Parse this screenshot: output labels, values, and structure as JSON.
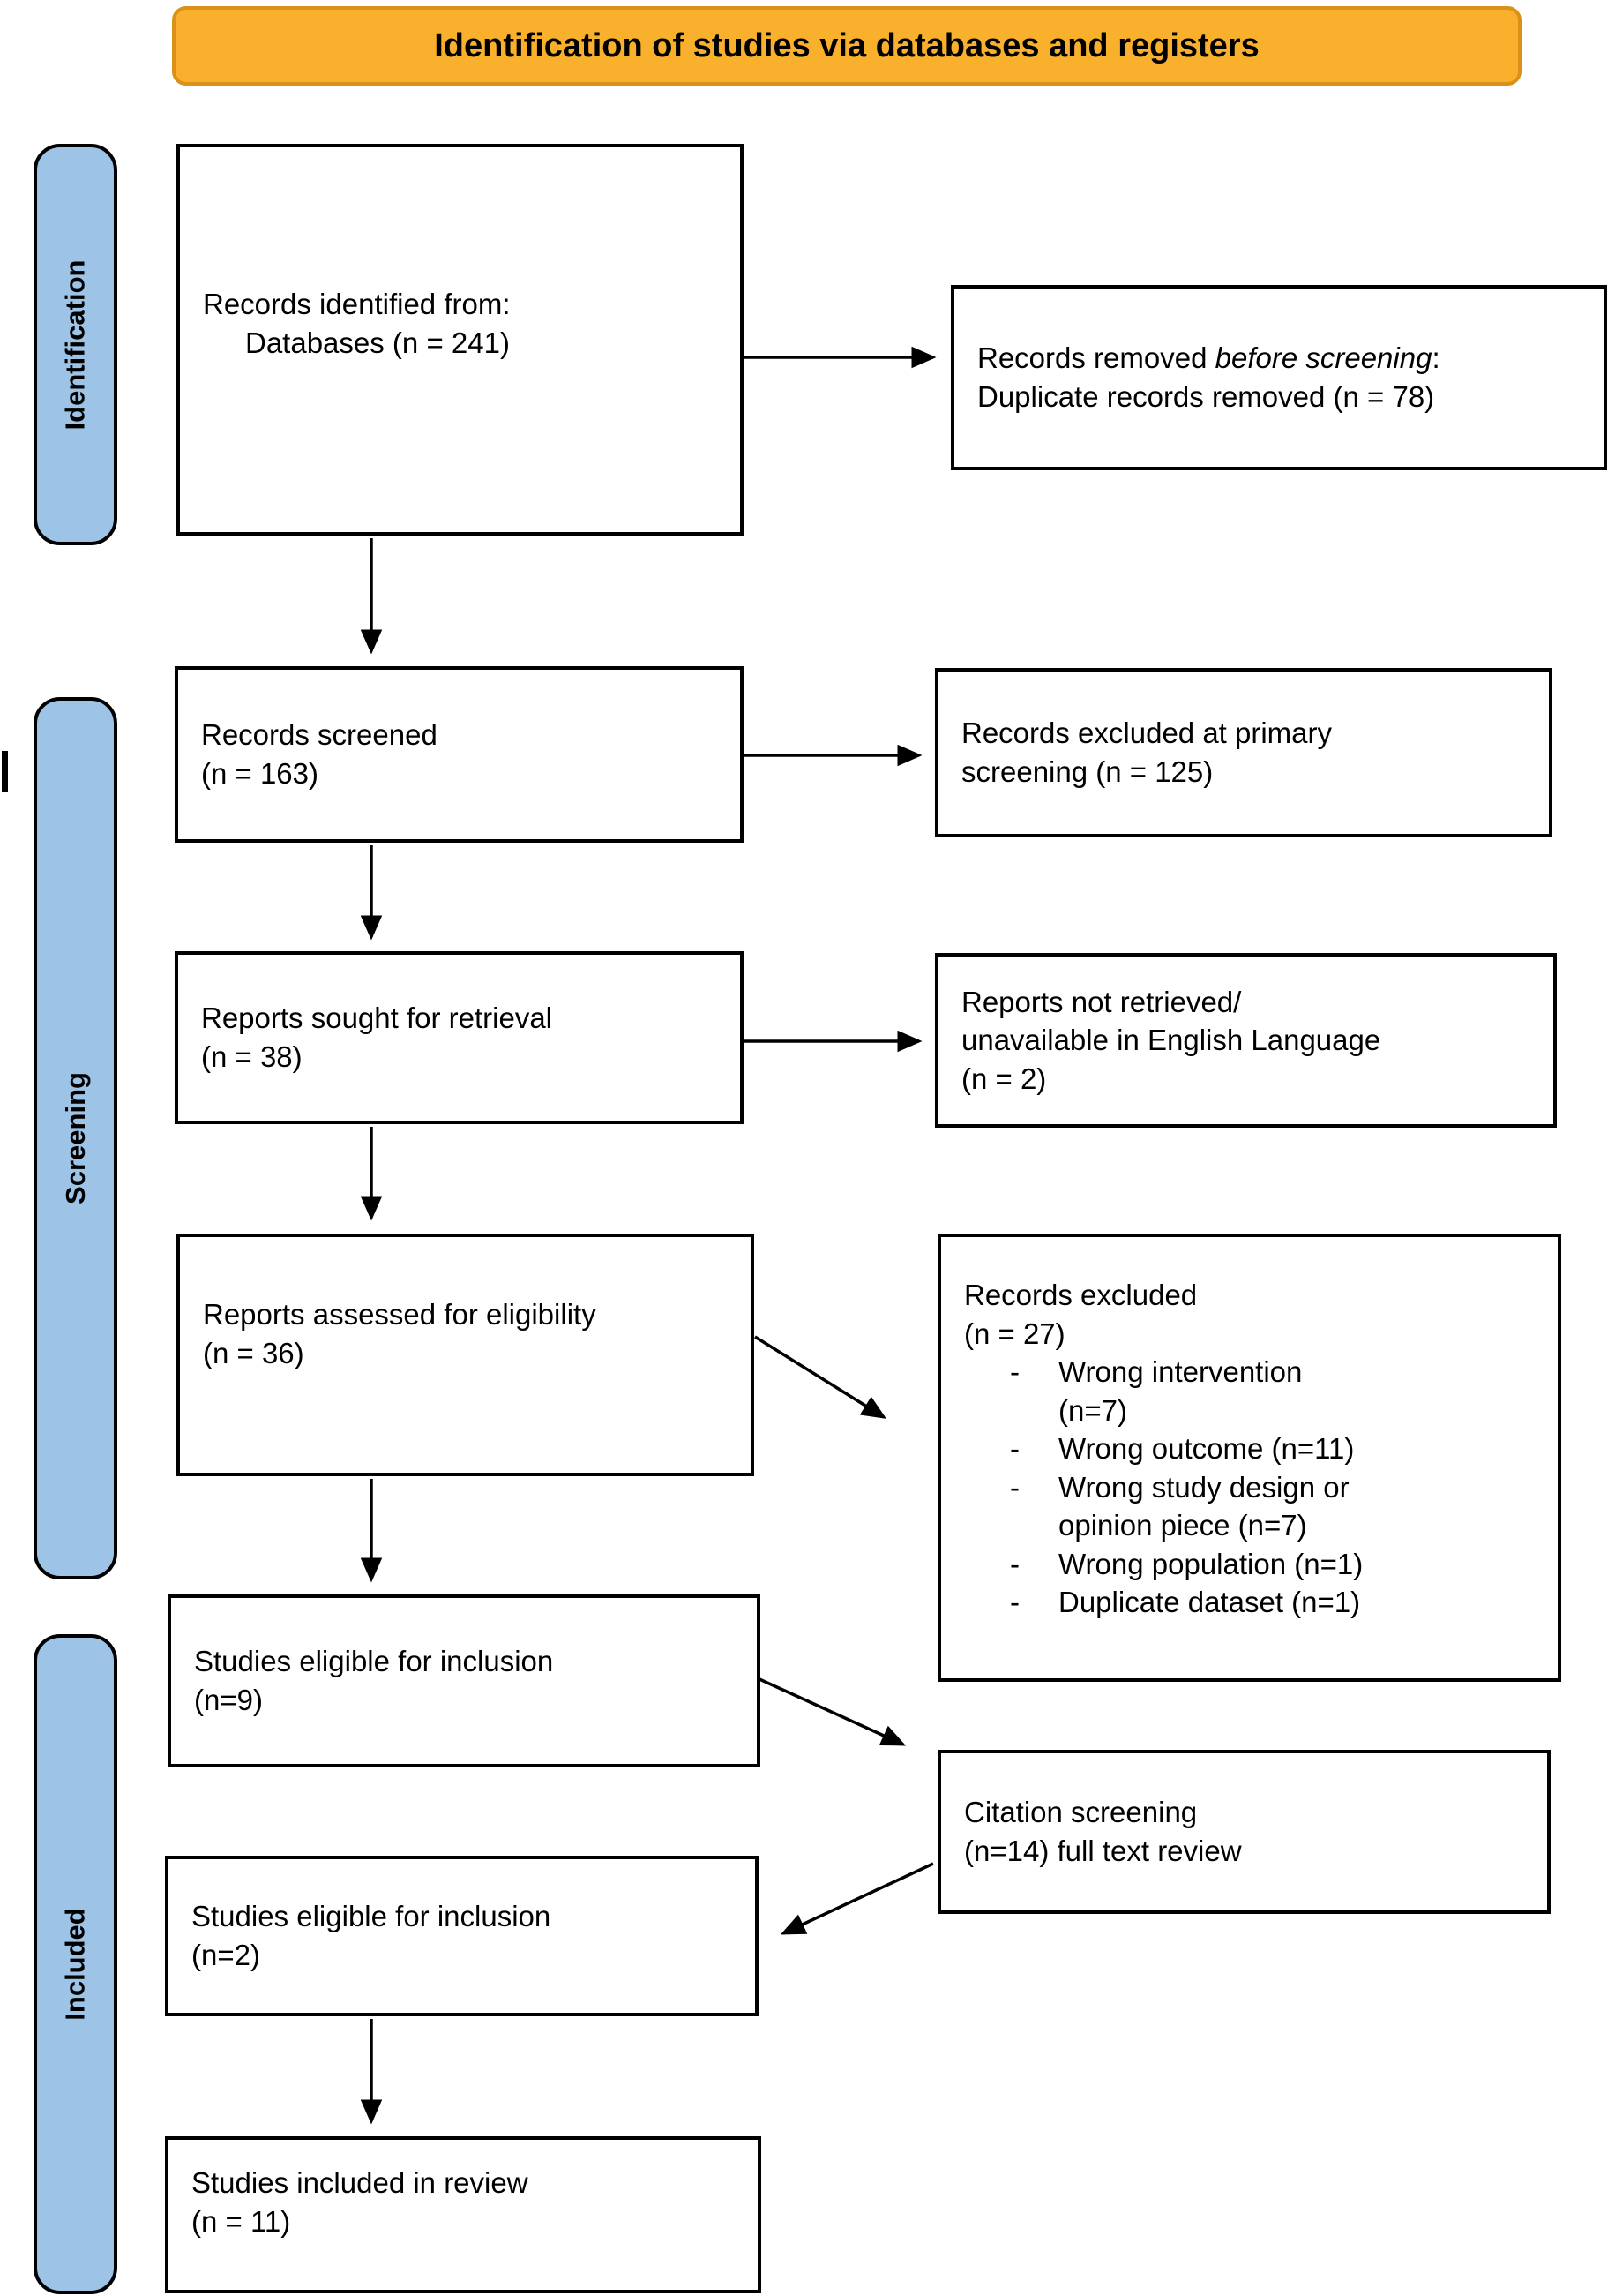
{
  "banner": {
    "title": "Identification of studies via databases and registers"
  },
  "sidebar": {
    "identification": "Identification",
    "screening": "Screening",
    "included": "Included"
  },
  "left_boxes": {
    "identified": {
      "label": "Records identified from:",
      "sub": "Databases (n = 241)"
    },
    "screened": {
      "text": "Records screened\n(n = 163)"
    },
    "sought": {
      "text": "Reports sought for retrieval\n(n = 38)"
    },
    "assessed": {
      "text": "Reports assessed for eligibility\n(n = 36)"
    },
    "eligible9": {
      "text": "Studies eligible for inclusion\n(n=9)"
    },
    "eligible2": {
      "text": "Studies eligible for inclusion\n(n=2)"
    },
    "included11": {
      "text": "Studies included in review\n(n = 11)"
    }
  },
  "right_boxes": {
    "removed": {
      "pre": "Records removed ",
      "italic": "before screening",
      "post": ":",
      "line2": "Duplicate records removed (n = 78)"
    },
    "excluded_primary": {
      "text": "Records excluded at primary\nscreening (n = 125)"
    },
    "not_retrieved": {
      "text": "Reports not retrieved/\nunavailable in English Language\n(n = 2)"
    },
    "excluded": {
      "header": "Records excluded\n(n = 27)",
      "bullet": "-",
      "items": [
        "Wrong intervention\n(n=7)",
        "Wrong outcome (n=11)",
        "Wrong study design or\nopinion piece (n=7)",
        "Wrong population (n=1)",
        "Duplicate dataset (n=1)"
      ]
    },
    "citation": {
      "text": "Citation screening\n(n=14) full text review"
    }
  },
  "colors": {
    "banner_fill": "#F9B02C",
    "banner_border": "#DB9018",
    "sidebar_fill": "#9DC3E6",
    "line": "#000000"
  }
}
